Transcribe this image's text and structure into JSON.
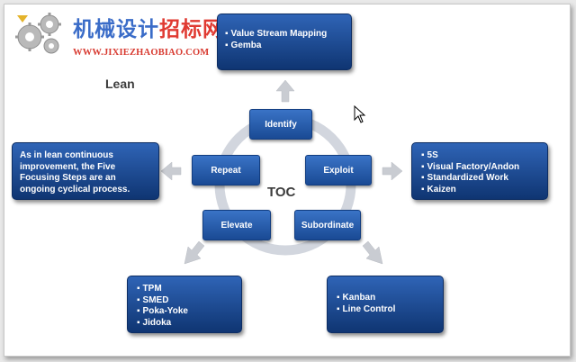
{
  "logo": {
    "text_part1": "机械设计",
    "text_part2": "招标网",
    "url": "WWW.JIXIEZHAOBIAO.COM",
    "icon": "gears-icon",
    "colors": {
      "blue": "#3a6cc8",
      "red": "#e03a32"
    }
  },
  "labels": {
    "lean": "Lean",
    "toc": "TOC"
  },
  "steps": {
    "identify": "Identify",
    "exploit": "Exploit",
    "subordinate": "Subordinate",
    "elevate": "Elevate",
    "repeat": "Repeat"
  },
  "boxes": {
    "top": [
      "Value  Stream Mapping",
      "Gemba"
    ],
    "right": [
      "5S",
      "Visual Factory/Andon",
      "Standardized  Work",
      "Kaizen"
    ],
    "bottom_right": [
      "Kanban",
      "Line Control"
    ],
    "bottom_left": [
      "TPM",
      "SMED",
      "Poka-Yoke",
      "Jidoka"
    ],
    "left_text": "As in lean continuous improvement, the Five Focusing  Steps are an ongoing  cyclical process."
  },
  "colors": {
    "box_top": "#2f64b6",
    "box_bottom": "#0f3572",
    "cycle": "#cfd3dc",
    "arrow": "#c9ccd2"
  }
}
